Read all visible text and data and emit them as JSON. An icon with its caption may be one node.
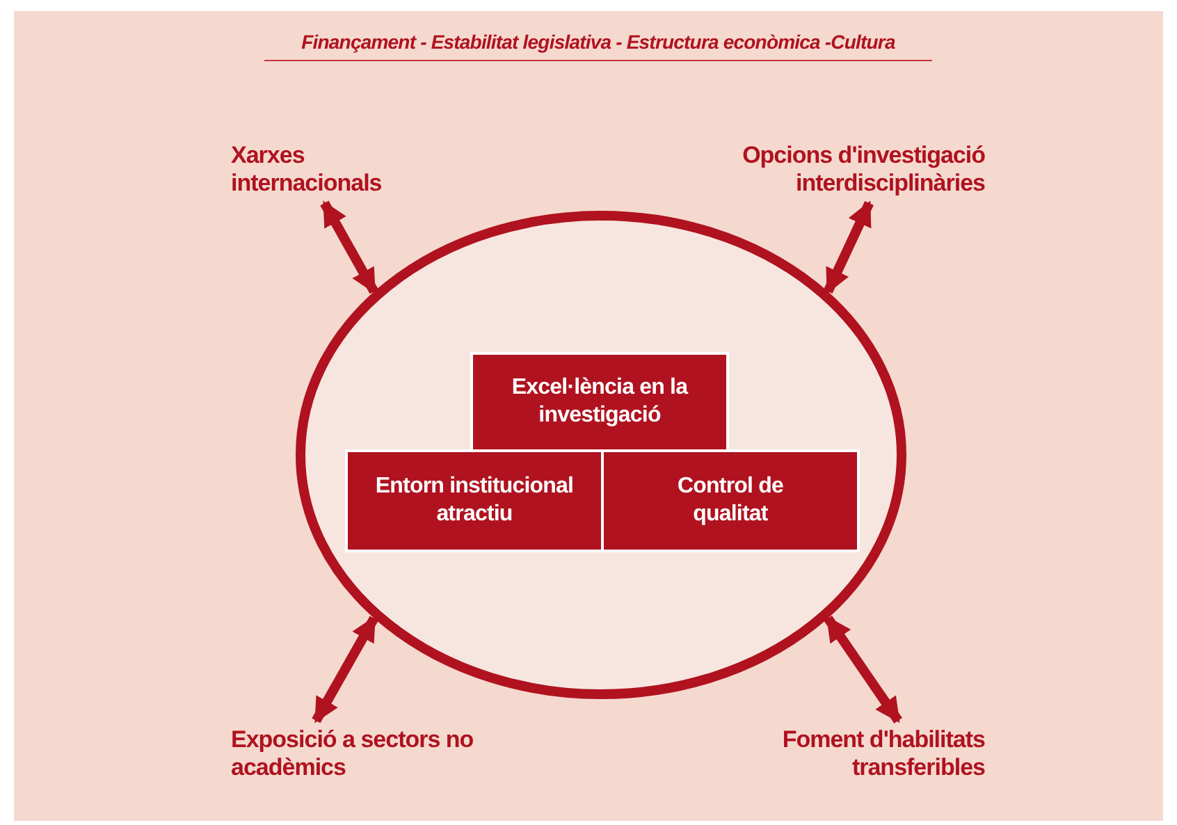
{
  "diagram": {
    "title": "Finançament - Estabilitat legislativa - Estructura econòmica -Cultura",
    "nodes": [
      {
        "text": [
          "Xarxes internacionals"
        ]
      },
      {
        "text": [
          "Opcions d'investigació interdisciplinàries"
        ]
      },
      {
        "text": [],
        "shape": "ellipse"
      },
      {
        "text": [
          "Excel·lència en la investigació"
        ],
        "in": 2
      },
      {
        "text": [
          "Entorn institucional atractiu"
        ],
        "in": 2
      },
      {
        "text": [
          "Control de qualitat"
        ],
        "in": 2
      },
      {
        "text": [
          "Exposició a sectors no acadèmics"
        ]
      },
      {
        "text": [
          "Foment d'habilitats transferibles"
        ]
      }
    ],
    "edges": [
      {
        "from": 0,
        "to": 2,
        "arrow": "both"
      },
      {
        "from": 1,
        "to": 2,
        "arrow": "both"
      },
      {
        "from": 6,
        "to": 2,
        "arrow": "both"
      },
      {
        "from": 7,
        "to": 2,
        "arrow": "both"
      }
    ]
  }
}
